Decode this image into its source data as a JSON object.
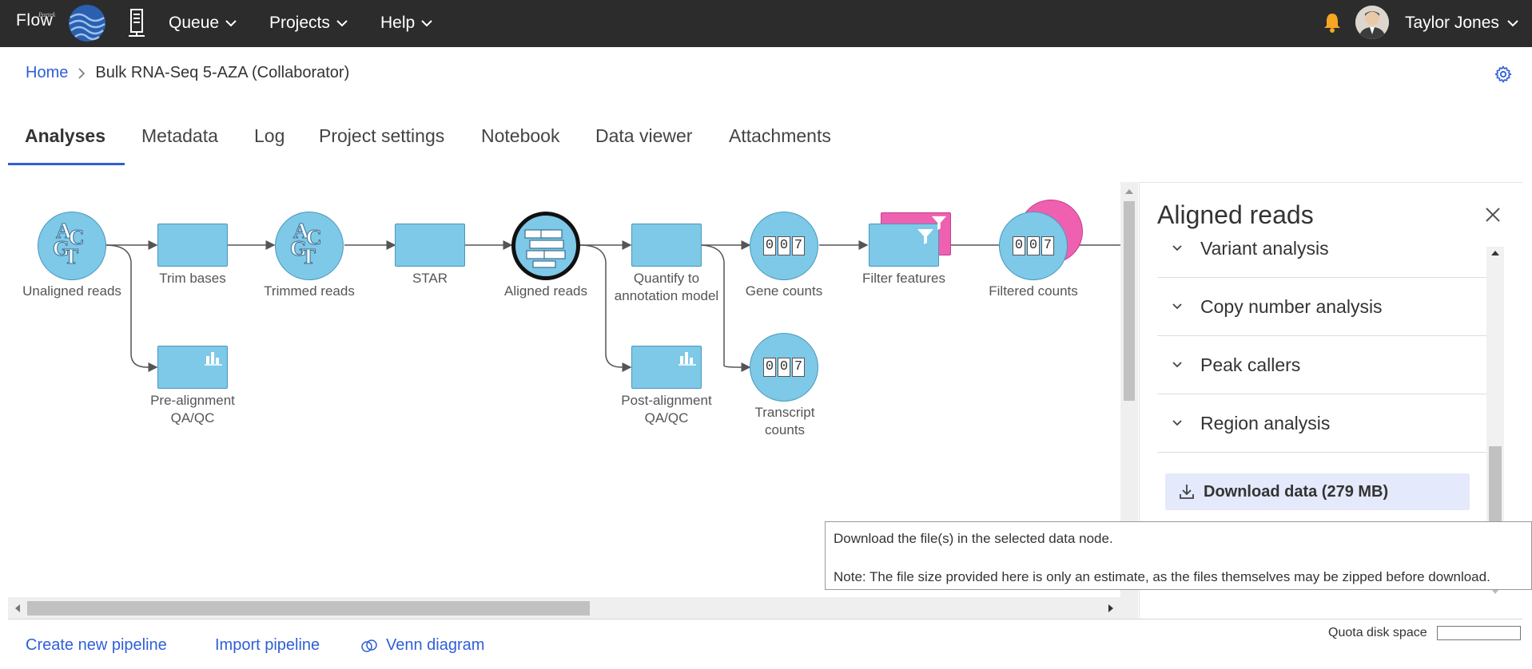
{
  "topbar": {
    "logo_small": "Partek",
    "logo_text": "Flow",
    "nav": [
      {
        "label": "Queue"
      },
      {
        "label": "Projects"
      },
      {
        "label": "Help"
      }
    ],
    "user_name": "Taylor Jones",
    "bell_color": "#f5a623",
    "bg_color": "#2c2c2c"
  },
  "breadcrumb": {
    "home": "Home",
    "current": "Bulk RNA-Seq 5-AZA (Collaborator)"
  },
  "tabs": [
    {
      "label": "Analyses",
      "active": true
    },
    {
      "label": "Metadata"
    },
    {
      "label": "Log"
    },
    {
      "label": "Project settings"
    },
    {
      "label": "Notebook"
    },
    {
      "label": "Data viewer"
    },
    {
      "label": "Attachments"
    }
  ],
  "pipeline": {
    "nodes": [
      {
        "label": "Unaligned reads",
        "shape": "circle",
        "icon": "acgt-icon"
      },
      {
        "label": "Trim bases",
        "shape": "rect"
      },
      {
        "label": "Trimmed reads",
        "shape": "circle",
        "icon": "acgt-icon"
      },
      {
        "label": "STAR",
        "shape": "rect"
      },
      {
        "label": "Aligned reads",
        "shape": "circle",
        "icon": "aligned-reads-icon",
        "selected": true
      },
      {
        "label": "Quantify to annotation model",
        "shape": "rect"
      },
      {
        "label": "Gene counts",
        "shape": "circle",
        "icon": "counts-icon"
      },
      {
        "label": "Filter features",
        "shape": "rect",
        "icon": "filter-icon"
      },
      {
        "label": "Filtered counts",
        "shape": "circle",
        "icon": "counts-icon"
      },
      {
        "label": "Pre-alignment QA/QC",
        "shape": "rect",
        "icon": "bar-chart-icon"
      },
      {
        "label": "Post-alignment QA/QC",
        "shape": "rect",
        "icon": "bar-chart-icon"
      },
      {
        "label": "Transcript counts",
        "shape": "circle",
        "icon": "counts-icon"
      }
    ],
    "acgt": [
      "A",
      "C",
      "G",
      "T"
    ],
    "counter_digits": [
      "0",
      "0",
      "7"
    ],
    "node_color": "#7ec8e8",
    "pink_color": "#f060b0"
  },
  "panel": {
    "title": "Aligned reads",
    "sections": [
      {
        "label": "Variant analysis"
      },
      {
        "label": "Copy number analysis"
      },
      {
        "label": "Peak callers"
      },
      {
        "label": "Region analysis"
      }
    ],
    "download_label": "Download data (279 MB)"
  },
  "tooltip": {
    "line1": "Download the file(s) in the selected data node.",
    "line2": "Note: The file size provided here is only an estimate, as the files themselves may be zipped before download."
  },
  "footer": {
    "create_pipeline": "Create new pipeline",
    "import_pipeline": "Import pipeline",
    "venn": "Venn diagram",
    "quota_label": "Quota disk space"
  },
  "colors": {
    "link": "#2f5fd7",
    "accent": "#2f5fd7"
  }
}
